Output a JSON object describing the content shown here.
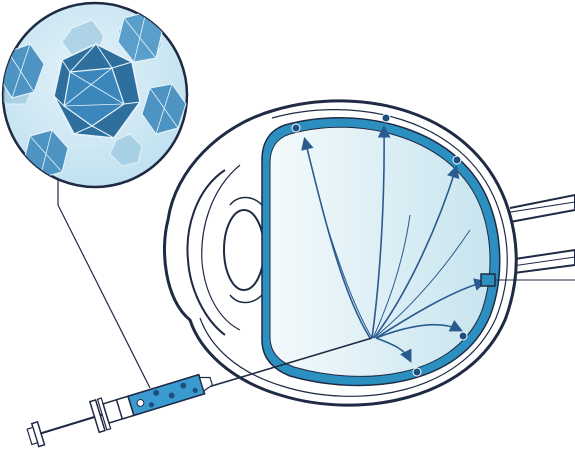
{
  "diagram": {
    "colors": {
      "outline": "#1f2a44",
      "retina_blue": "#2b8fc0",
      "vitreous_light": "#e6f3f8",
      "vitreous_mid": "#c9e6f1",
      "arrow": "#2a5b8f",
      "virus_face_dark": "#2f6f9e",
      "virus_face_light": "#7fb7d6",
      "bubble_bg": "#cbe6f1",
      "syringe_fluid": "#3b9bd0",
      "dot": "#1d4f80"
    },
    "components": [
      "magnified-virus-bubble",
      "eye-cross-section",
      "retina-layer",
      "optic-nerve",
      "lens",
      "syringe",
      "injection-needle",
      "delivery-arrows",
      "target-cells",
      "callout-box"
    ],
    "icons": {
      "virus": "icosahedron-virus-icon",
      "syringe": "syringe-icon",
      "eye": "eye-icon"
    }
  }
}
